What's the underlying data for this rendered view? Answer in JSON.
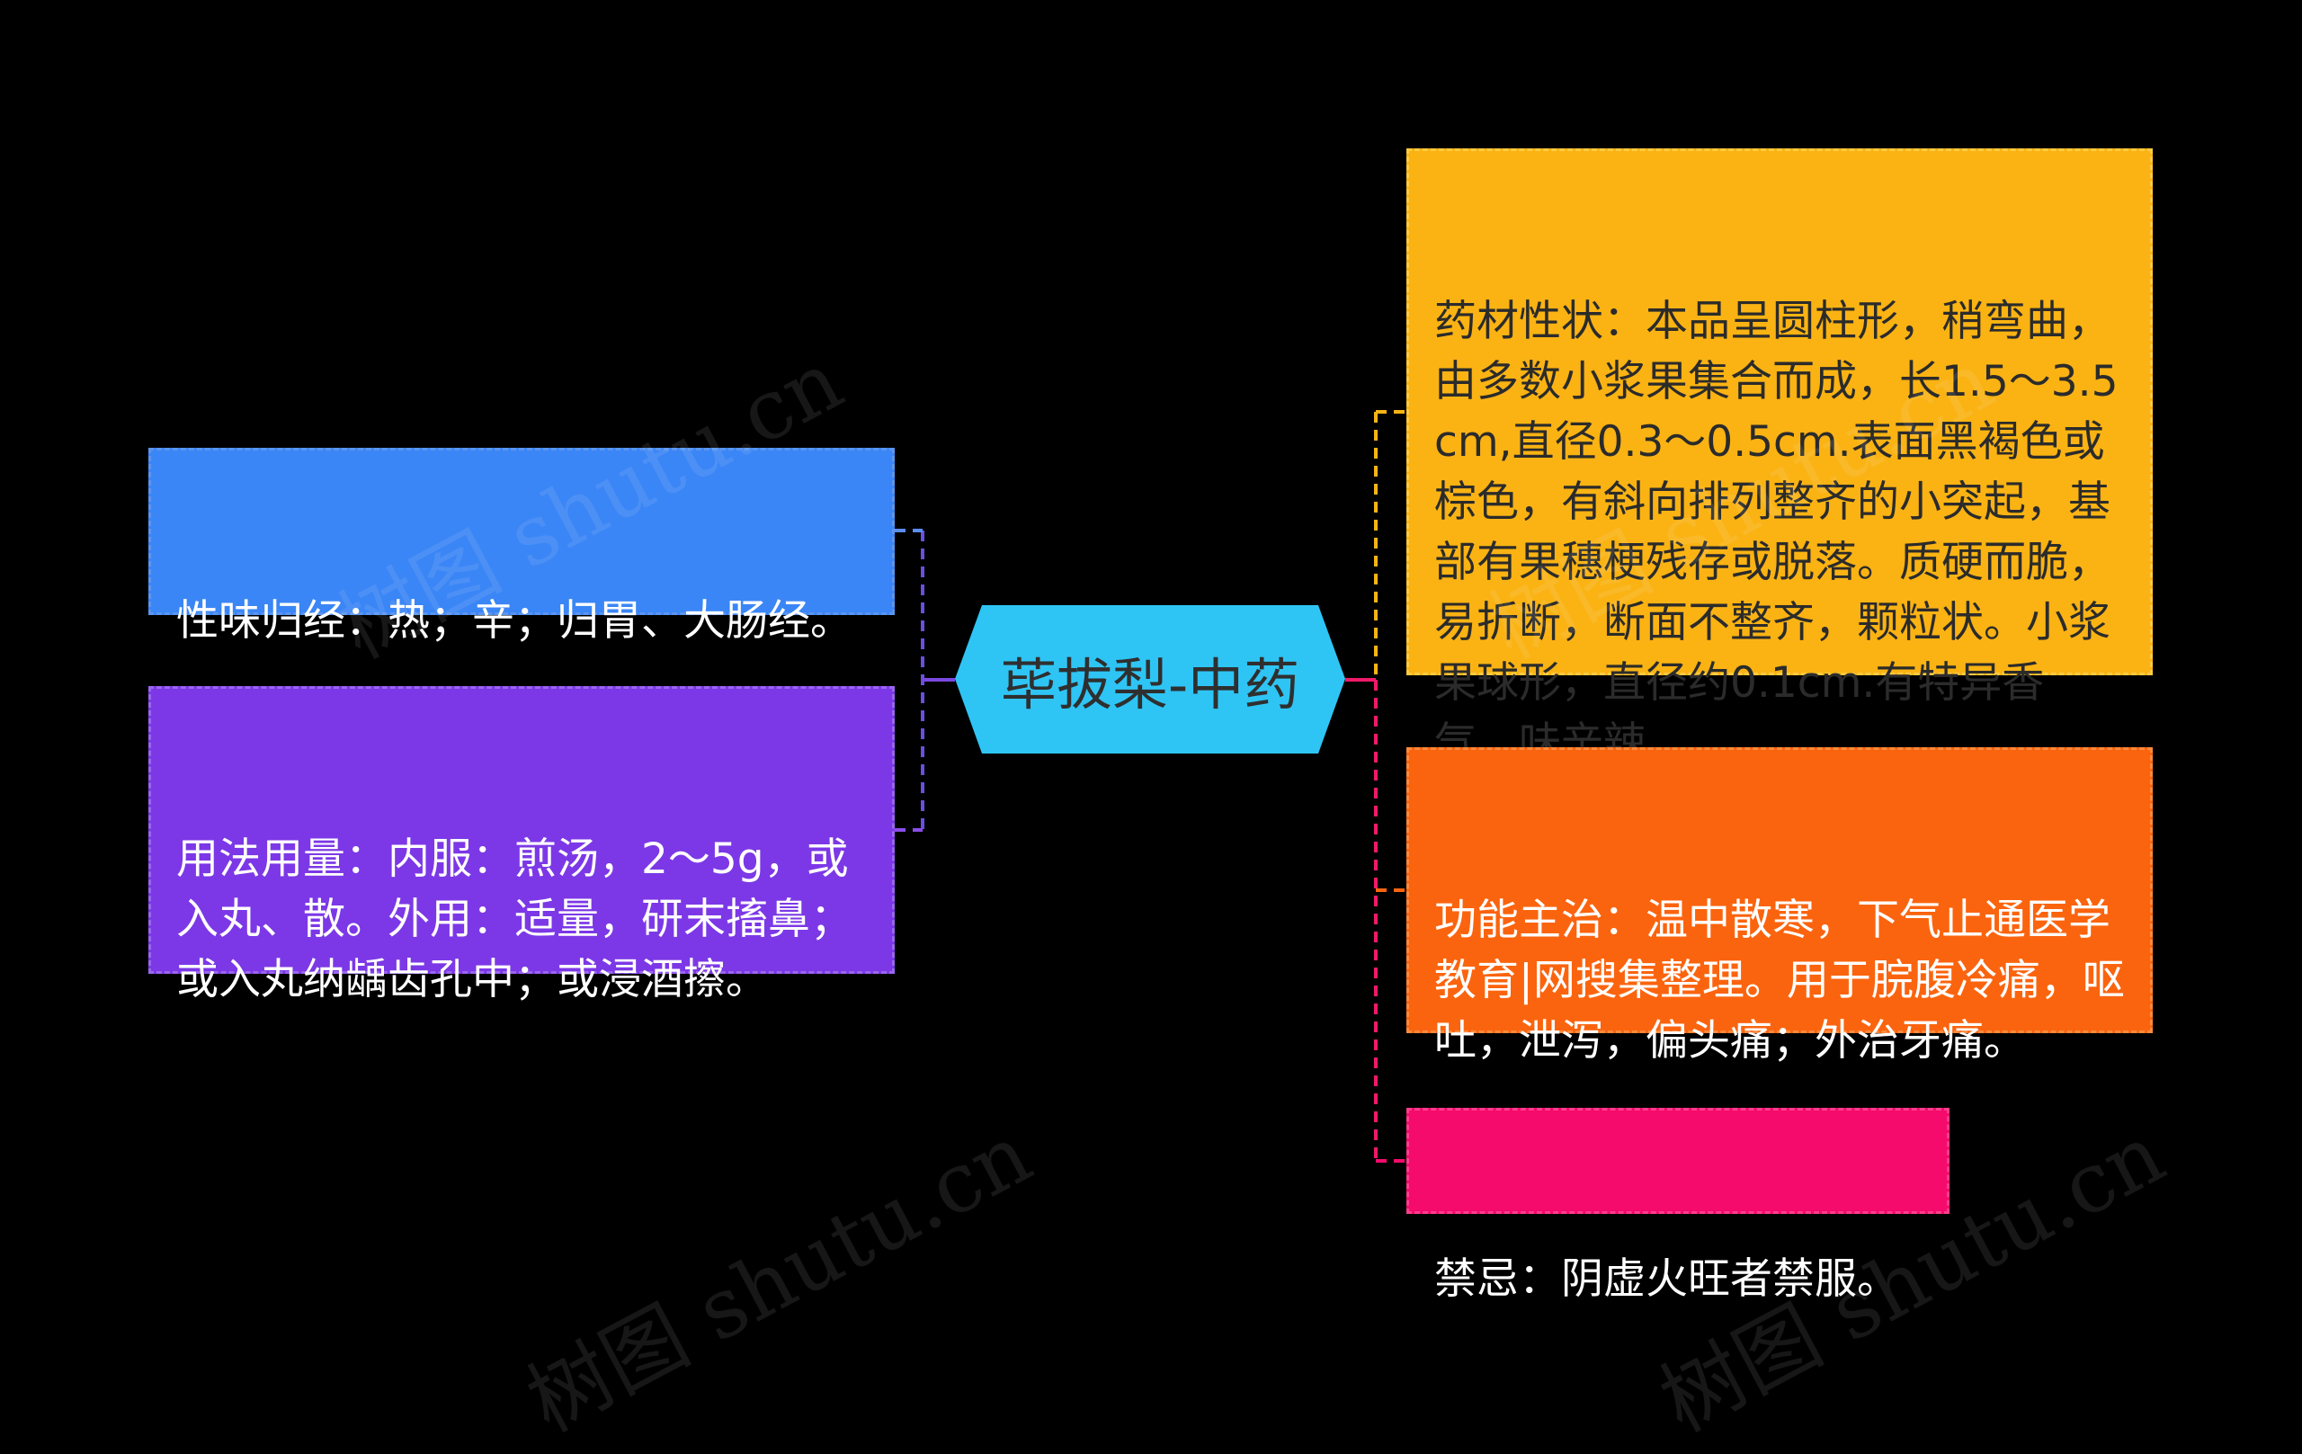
{
  "center": {
    "title": "荜拔梨-中药",
    "color": "#2ec5f5"
  },
  "left_nodes": [
    {
      "id": "xingwei",
      "text": "性味归经：热；辛；归胃、大肠经。",
      "color": "#3b86f6"
    },
    {
      "id": "yongfa",
      "text": "用法用量：内服：煎汤，2～5g，或入丸、散。外用：适量，研末搐鼻；或入丸纳龋齿孔中；或浸酒擦。",
      "color": "#7c38e6"
    }
  ],
  "right_nodes": [
    {
      "id": "yaocai",
      "text": "药材性状：本品呈圆柱形，稍弯曲，由多数小浆果集合而成，长1.5～3.5cm,直径0.3～0.5cm.表面黑褐色或棕色，有斜向排列整齐的小突起，基部有果穗梗残存或脱落。质硬而脆，易折断，断面不整齐，颗粒状。小浆果球形，直径约0.1cm.有特异香气，味辛辣。",
      "color": "#fab313"
    },
    {
      "id": "gongneng",
      "text": "功能主治：温中散寒，下气止通医学教育|网搜集整理。用于脘腹冷痛，呕吐，泄泻，偏头痛；外治牙痛。",
      "color": "#fb640e"
    },
    {
      "id": "jinji",
      "text": "禁忌：阴虚火旺者禁服。",
      "color": "#f40b6c"
    }
  ],
  "watermark": "树图 shutu.cn"
}
